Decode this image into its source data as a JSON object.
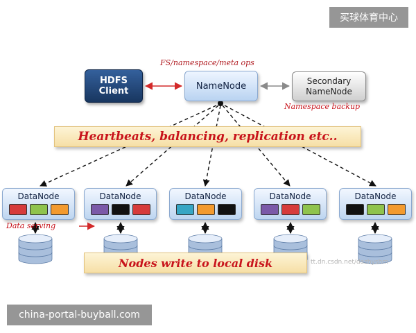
{
  "hdfs_client": {
    "line1": "HDFS",
    "line2": "Client"
  },
  "namenode": {
    "label": "NameNode"
  },
  "secondary_namenode": {
    "line1": "Secondary",
    "line2": "NameNode"
  },
  "notes": {
    "fs_ops": "FS/namespace/meta ops",
    "namespace_backup": "Namespace backup",
    "data_serving": "Data serving"
  },
  "banners": {
    "heartbeats": "Heartbeats, balancing, replication etc..",
    "write_local": "Nodes write to local disk"
  },
  "datanodes": [
    {
      "label": "DataNode",
      "blocks": [
        "#d63b3b",
        "#8fc34d",
        "#f39a2e"
      ]
    },
    {
      "label": "DataNode",
      "blocks": [
        "#7b59a8",
        "#111111",
        "#d63b3b"
      ]
    },
    {
      "label": "DataNode",
      "blocks": [
        "#37a6c4",
        "#f39a2e",
        "#111111"
      ]
    },
    {
      "label": "DataNode",
      "blocks": [
        "#7b59a8",
        "#d63b3b",
        "#8fc34d"
      ]
    },
    {
      "label": "DataNode",
      "blocks": [
        "#111111",
        "#8fc34d",
        "#f39a2e"
      ]
    }
  ],
  "colors": {
    "client_arrow": "#d32a2a",
    "secondary_arrow": "#8a8a8a",
    "dashed_arrow": "#111111",
    "data_serving_arrow": "#d32a2a",
    "disk_top": "#e6eefa",
    "disk_body": "#a9bfdc"
  },
  "watermarks": {
    "top_right": "买球体育中心",
    "bottom_left": "china-portal-buyball.com",
    "faint": "tt.dn.csdn.net/dazhyshm"
  }
}
